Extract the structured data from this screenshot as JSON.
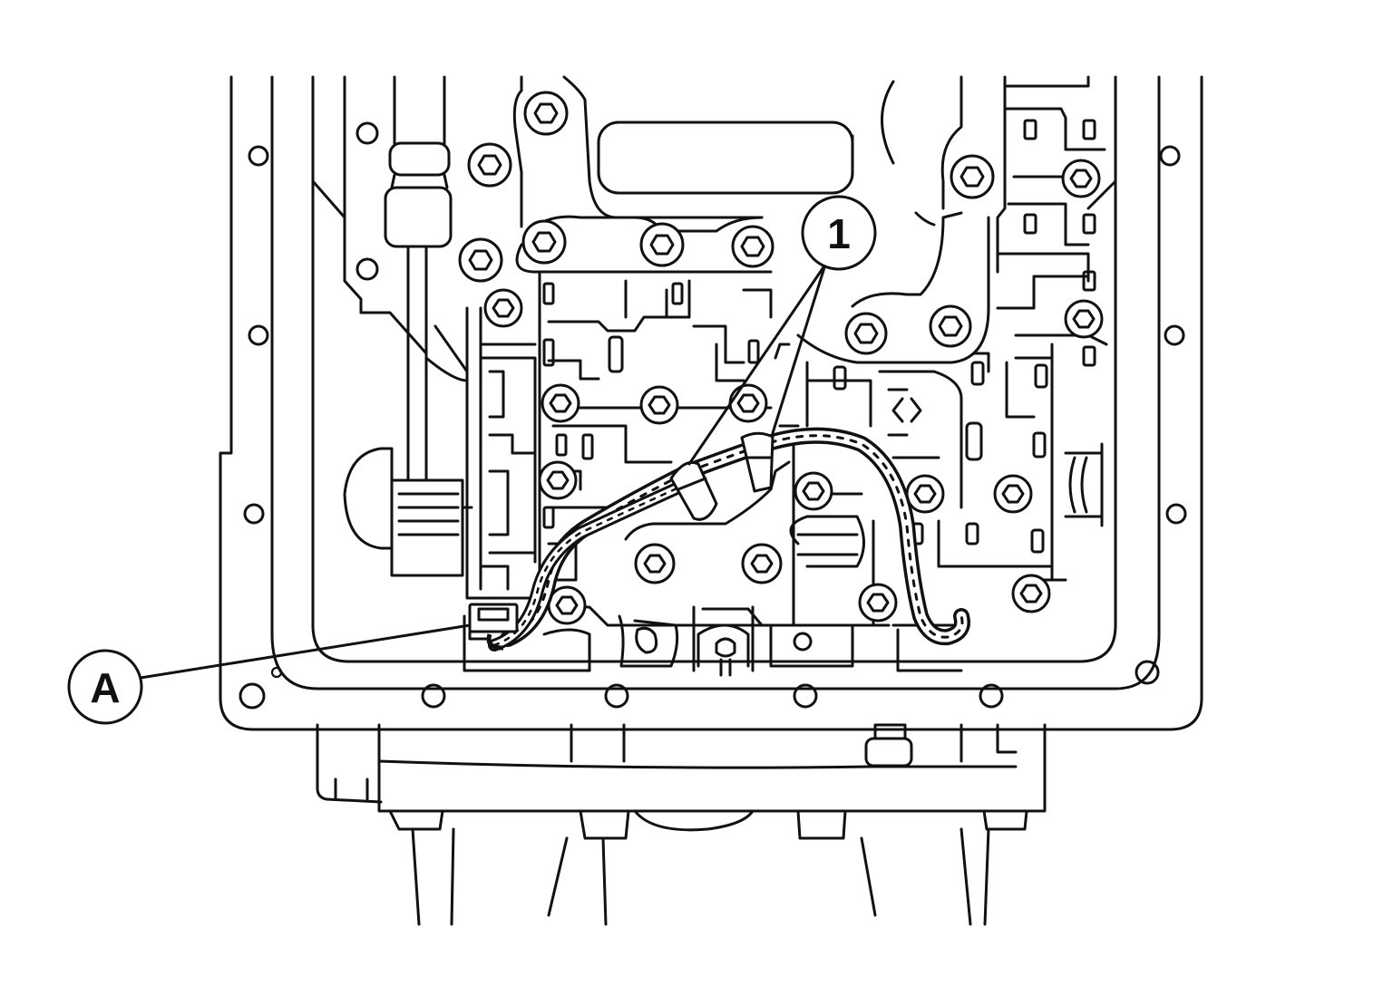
{
  "callouts": {
    "clip": {
      "label": "1",
      "meaning": "harness-clip"
    },
    "connector": {
      "label": "A",
      "meaning": "harness-connector"
    }
  },
  "colors": {
    "line": "#111111",
    "background": "#ffffff"
  },
  "icons": [
    "bolt-icon",
    "dowel-hole-icon",
    "harness-clip-icon",
    "connector-icon"
  ]
}
